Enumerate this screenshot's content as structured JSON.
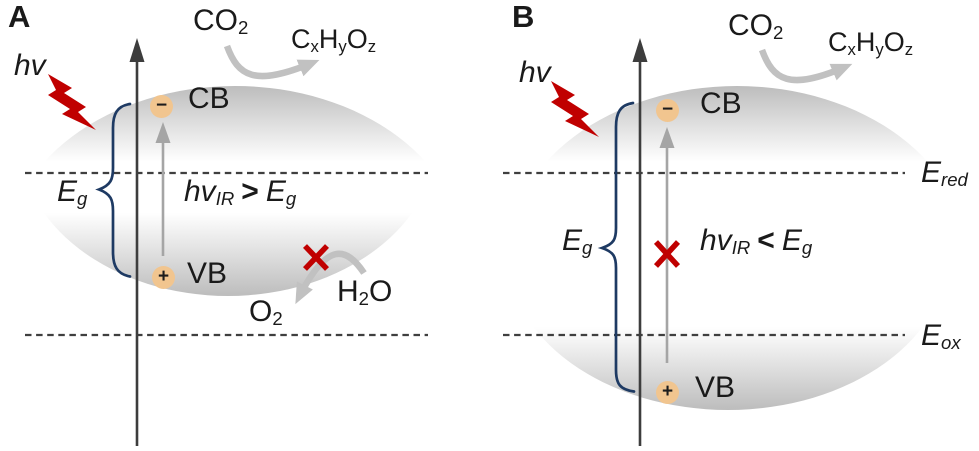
{
  "figure": {
    "colors": {
      "photon_red": "#c00000",
      "brace_navy": "#1e3a63",
      "band_gray": "#bcbcbc",
      "axis_dark": "#3d3d3d",
      "arrow_gray": "#c1c1c1",
      "carrier_fill": "#f1c58f"
    },
    "icons": {
      "photon": "lightning-bolt-icon",
      "blocked": "red-x-icon",
      "energy_axis": "up-arrow-axis",
      "excitation": "gray-up-arrow"
    },
    "panels": {
      "a": {
        "label": "A",
        "photon": "hv",
        "co2": {
          "base": "CO",
          "sub": "2"
        },
        "product": {
          "p1": "C",
          "s1": "x",
          "p2": "H",
          "s2": "y",
          "p3": "O",
          "s3": "z"
        },
        "cb_sign": "−",
        "cb_label": "CB",
        "vb_sign": "+",
        "vb_label": "VB",
        "bandgap": {
          "base": "E",
          "sub": "g"
        },
        "condition": {
          "lhs": "hv",
          "lhs_sub": "IR",
          "op": ">",
          "rhs": "E",
          "rhs_sub": "g"
        },
        "h2o": {
          "p1": "H",
          "s1": "2",
          "p2": "O"
        },
        "o2": {
          "base": "O",
          "sub": "2"
        }
      },
      "b": {
        "label": "B",
        "photon": "hv",
        "co2": {
          "base": "CO",
          "sub": "2"
        },
        "product": {
          "p1": "C",
          "s1": "x",
          "p2": "H",
          "s2": "y",
          "p3": "O",
          "s3": "z"
        },
        "cb_sign": "−",
        "cb_label": "CB",
        "vb_sign": "+",
        "vb_label": "VB",
        "bandgap": {
          "base": "E",
          "sub": "g"
        },
        "condition": {
          "lhs": "hv",
          "lhs_sub": "IR",
          "op": "<",
          "rhs": "E",
          "rhs_sub": "g"
        },
        "e_red": {
          "base": "E",
          "sub": "red"
        },
        "e_ox": {
          "base": "E",
          "sub": "ox"
        }
      }
    }
  }
}
